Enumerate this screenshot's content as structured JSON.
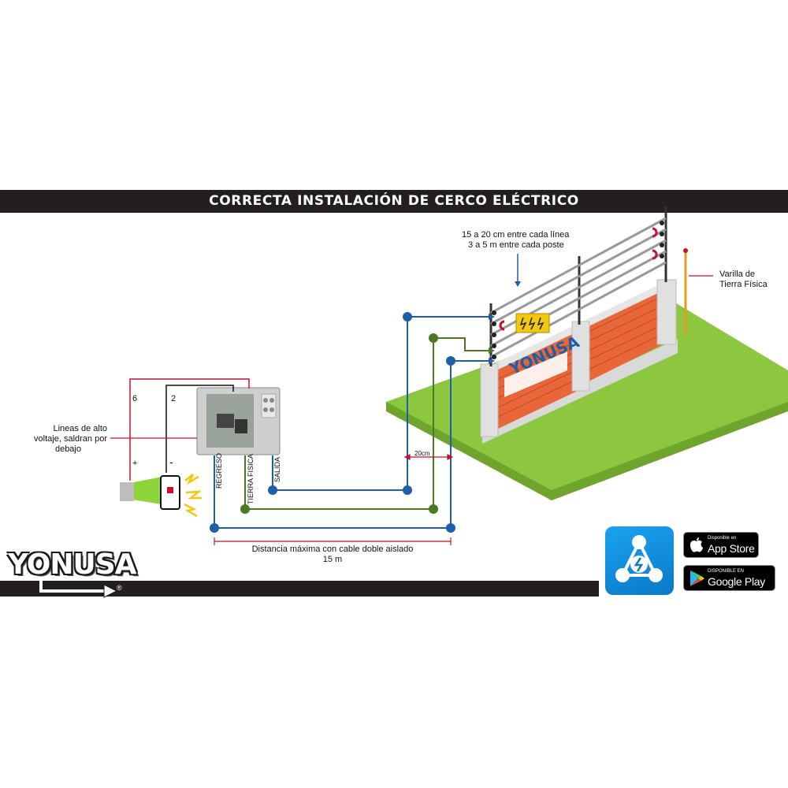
{
  "title": "CORRECTA INSTALACIÓN DE CERCO ELÉCTRICO",
  "annotations": {
    "line_spacing": "15 a 20 cm entre cada línea",
    "post_spacing": "3 a 5 m entre cada poste",
    "ground_rod_1": "Varilla de",
    "ground_rod_2": "Tierra Física",
    "hv_lines_1": "Lineas de alto",
    "hv_lines_2": "voltaje, saldran por",
    "hv_lines_3": "debajo",
    "wire_count_6": "6",
    "wire_count_2": "2",
    "plus": "+",
    "minus": "-",
    "terminal_regreso": "REGRESO",
    "terminal_tierra": "TIERRA FISICA",
    "terminal_salida": "SALIDA",
    "gap": "20cm",
    "distance_1": "Distancia máxima con cable doble aislado",
    "distance_2": "15 m"
  },
  "brand": {
    "logo": "YONUSA",
    "registered": "®",
    "wall_logo": "YONUSA"
  },
  "stores": {
    "appstore_small": "Disponible en",
    "appstore_big": "App Store",
    "googleplay_small": "DISPONIBLE EN",
    "googleplay_big": "Google Play"
  },
  "colors": {
    "blue": "#1f5fa8",
    "green": "#4a7a23",
    "red": "#c8102e",
    "ground": "#8dc63f",
    "brick": "#e8663a"
  }
}
